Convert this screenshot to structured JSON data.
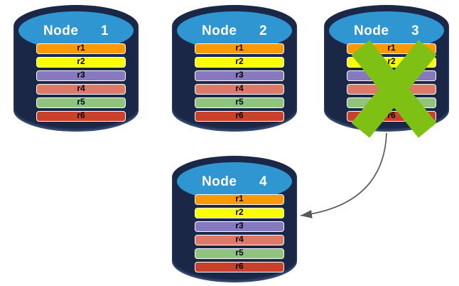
{
  "nodes": [
    {
      "label": "Node  1",
      "failed": false
    },
    {
      "label": "Node  2",
      "failed": false
    },
    {
      "label": "Node  3",
      "failed": true
    },
    {
      "label": "Node  4",
      "failed": false
    }
  ],
  "replicas": [
    {
      "label": "r1",
      "color": "#FB9802"
    },
    {
      "label": "r2",
      "color": "#FCFE03"
    },
    {
      "label": "r3",
      "color": "#8679C0"
    },
    {
      "label": "r4",
      "color": "#DC7A67"
    },
    {
      "label": "r5",
      "color": "#90C47E"
    },
    {
      "label": "r6",
      "color": "#C9412B"
    }
  ],
  "icons": {
    "x_mark": "failure-x-icon",
    "arrowhead": "arrowhead-icon"
  },
  "arrow": {
    "from": "Node 3",
    "to": "Node 4"
  },
  "colors": {
    "background": "#FFFFFF",
    "cylinder_body": "#1A2746",
    "cylinder_top": "#3096D2",
    "title_text": "#FFFFFF",
    "row_border": "#FFFFFF",
    "row_text": "#000000",
    "x_mark": "#7EC114",
    "arrow": "#58595B"
  }
}
